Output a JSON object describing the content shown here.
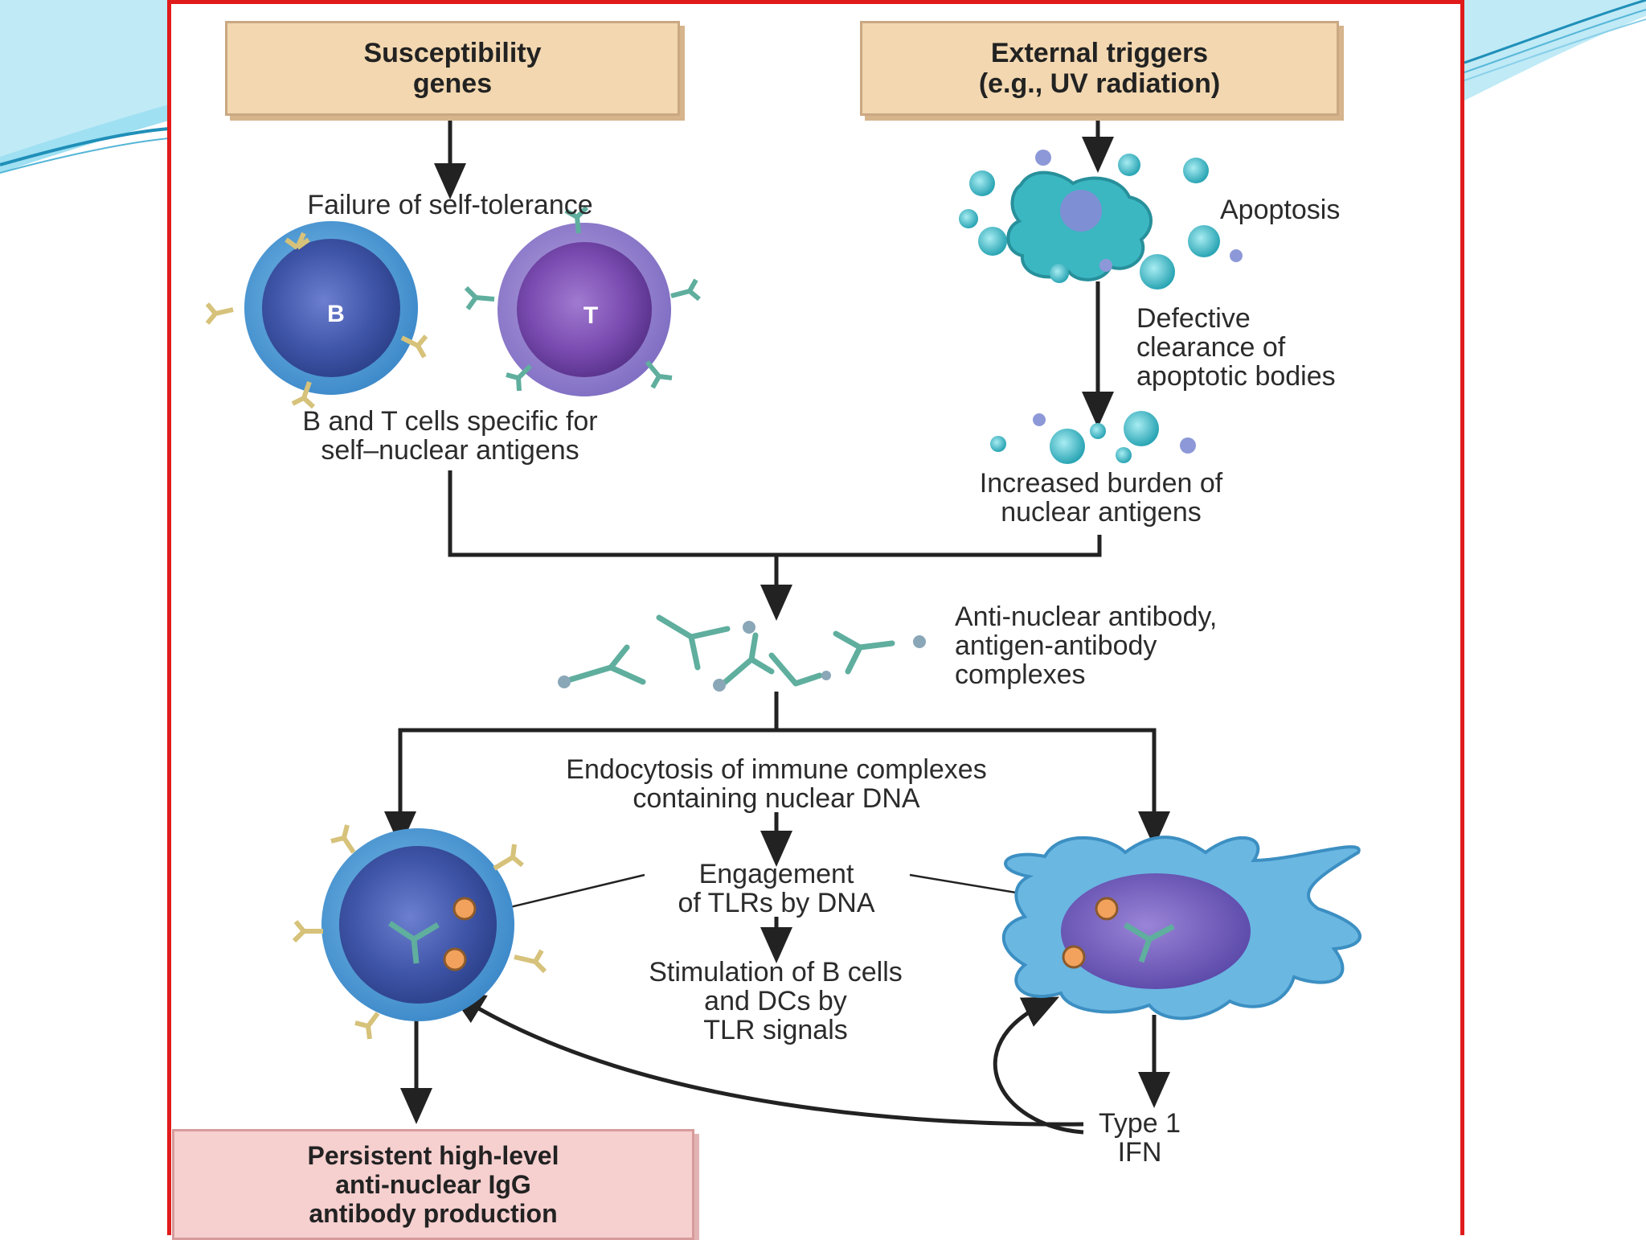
{
  "colors": {
    "frame": "#e01b1b",
    "gene_box": "#f2d7b0",
    "output_box": "#f6cfcf",
    "cell_b": "#3f63b8",
    "cell_t": "#7a4bb0",
    "dendritic": "#6ab7e2",
    "apoptotic": "#3bb7c2",
    "slide_accent": "#29a6d6"
  },
  "top_left_box": "Susceptibility\ngenes",
  "top_right_box": "External triggers\n(e.g., UV radiation)",
  "failure_label": "Failure of self-tolerance",
  "b_letter": "B",
  "t_letter": "T",
  "bt_cells_label_1": "B and T cells specific for",
  "bt_cells_label_2": "self–nuclear antigens",
  "apoptosis_label": "Apoptosis",
  "defective_label_1": "Defective",
  "defective_label_2": "clearance of",
  "defective_label_3": "apoptotic bodies",
  "burden_label_1": "Increased burden of",
  "burden_label_2": "nuclear antigens",
  "antibody_label_1": "Anti-nuclear antibody,",
  "antibody_label_2": "antigen-antibody",
  "antibody_label_3": "complexes",
  "endocytosis_label_1": "Endocytosis of immune complexes",
  "endocytosis_label_2": "containing nuclear DNA",
  "engagement_label_1": "Engagement",
  "engagement_label_2": "of TLRs by DNA",
  "stimulation_label_1": "Stimulation of B cells",
  "stimulation_label_2": "and DCs by",
  "stimulation_label_3": "TLR signals",
  "ifn_label_1": "Type 1",
  "ifn_label_2": "IFN",
  "output_box": "Persistent high-level\nanti-nuclear IgG\nantibody production"
}
